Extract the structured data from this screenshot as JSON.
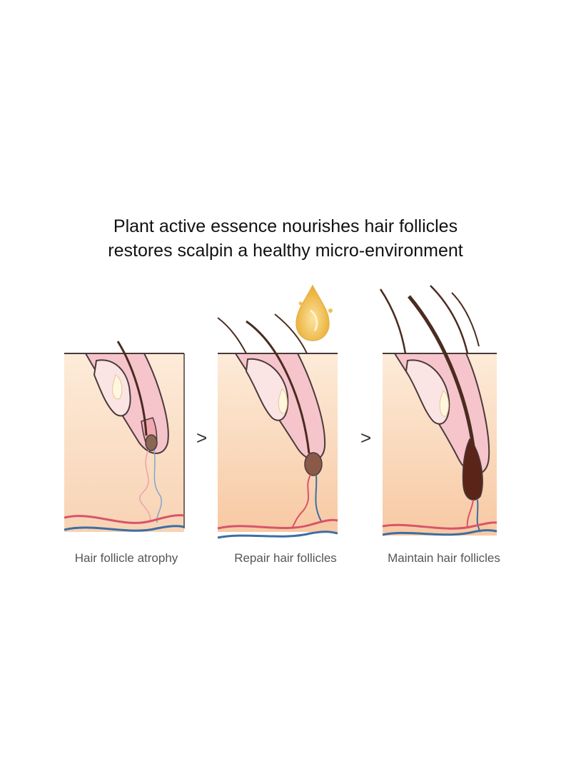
{
  "headline": {
    "line1": "Plant active essence nourishes hair follicles",
    "line2": "restores scalpin a healthy micro-environment"
  },
  "stages": [
    {
      "caption": "Hair follicle atrophy"
    },
    {
      "caption": "Repair hair follicles"
    },
    {
      "caption": "Maintain hair follicles"
    }
  ],
  "arrows": [
    ">",
    ">"
  ],
  "colors": {
    "skin_top": "#fdebd9",
    "skin_bottom": "#f7c9a3",
    "follicle_pink": "#f2a9b3",
    "follicle_outline": "#4a3a3a",
    "hair_dark": "#4a2c20",
    "artery": "#d8546a",
    "vein": "#3d6ea3",
    "oil_drop": "#e9a928"
  },
  "icons": [
    "essence-drop-icon",
    "arrow-right-icon"
  ]
}
